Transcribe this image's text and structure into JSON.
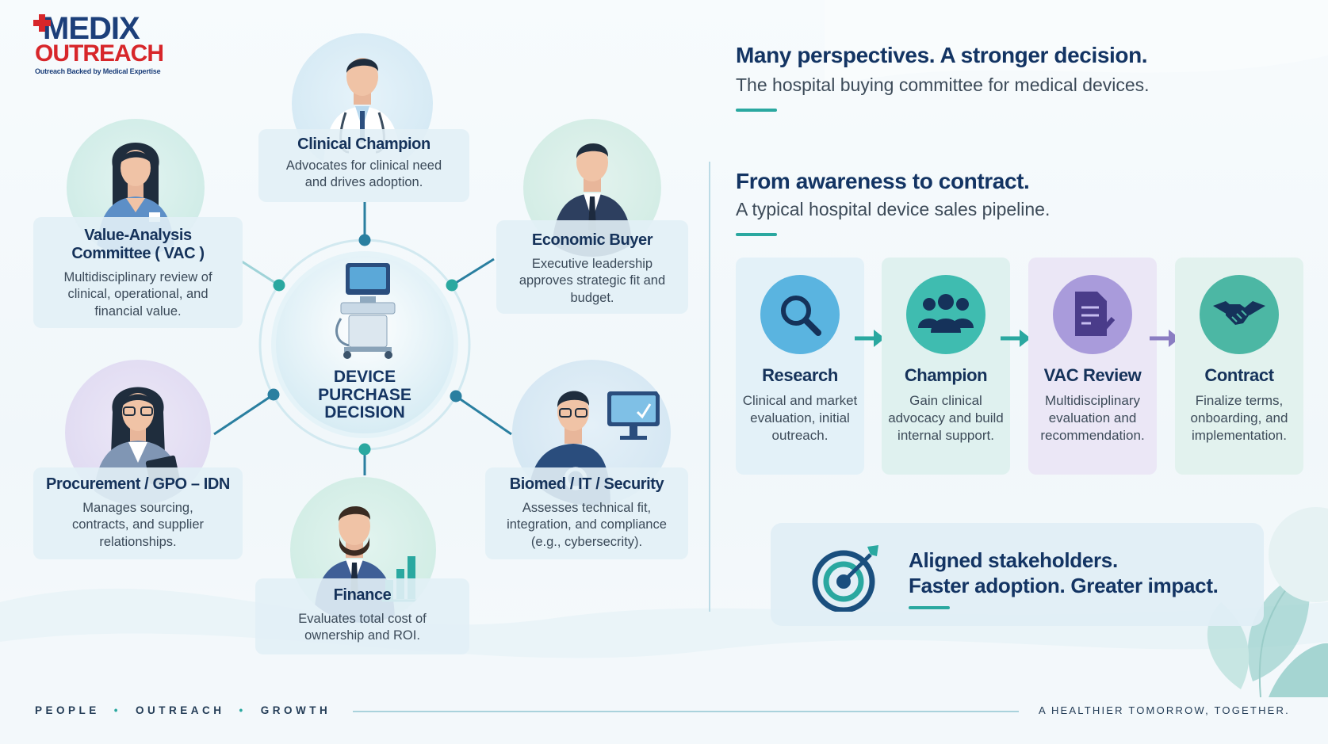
{
  "brand": {
    "line1": "MEDIX",
    "line2": "OUTREACH",
    "tagline": "Outreach Backed by Medical Expertise",
    "colors": {
      "navy": "#1c3f7a",
      "red": "#d7262a"
    }
  },
  "hub": {
    "label_lines": [
      "DEVICE",
      "PURCHASE",
      "DECISION"
    ],
    "stakeholders": [
      {
        "key": "clinical",
        "title": "Clinical Champion",
        "description": "Advocates for clinical need and drives adoption.",
        "icon": "doctor-icon"
      },
      {
        "key": "economic",
        "title": "Economic Buyer",
        "description": "Executive leadership approves strategic fit and budget.",
        "icon": "executive-icon"
      },
      {
        "key": "biomed",
        "title": "Biomed / IT / Security",
        "description": "Assesses technical fit, integration, and compliance (e.g., cybersecrity).",
        "icon": "engineer-icon"
      },
      {
        "key": "finance",
        "title": "Finance",
        "description": "Evaluates total cost of ownership and ROI.",
        "icon": "finance-icon"
      },
      {
        "key": "procurement",
        "title": "Procurement / GPO – IDN",
        "description": "Manages sourcing, contracts, and supplier relationships.",
        "icon": "procurement-icon"
      },
      {
        "key": "vac",
        "title": "Value-Analysis Committee ( VAC )",
        "description": "Multidisciplinary review of clinical, operational, and financial value.",
        "icon": "nurse-icon"
      }
    ]
  },
  "header": {
    "title": "Many perspectives. A stronger decision.",
    "subtitle": "The hospital buying committee for medical devices."
  },
  "pipeline": {
    "title": "From awareness to contract.",
    "subtitle": "A typical hospital device sales pipeline.",
    "stages": [
      {
        "label": "Research",
        "description": "Clinical and market evaluation, initial outreach.",
        "icon": "magnifier-icon",
        "color": "#2f7fbd",
        "bg": "#e3f1f8"
      },
      {
        "label": "Champion",
        "description": "Gain clinical advocacy and build internal support.",
        "icon": "group-icon",
        "color": "#2aa8a0",
        "bg": "#dff1ef"
      },
      {
        "label": "VAC Review",
        "description": "Multidisciplinary evaluation and recommendation.",
        "icon": "checklist-icon",
        "color": "#7a6bbf",
        "bg": "#ebe7f6"
      },
      {
        "label": "Contract",
        "description": "Finalize terms, onboarding, and implementation.",
        "icon": "handshake-icon",
        "color": "#2a9d8f",
        "bg": "#e2f2ee"
      }
    ]
  },
  "callout": {
    "line1": "Aligned stakeholders.",
    "line2": "Faster adoption. Greater impact."
  },
  "footer": {
    "left": [
      "PEOPLE",
      "OUTREACH",
      "GROWTH"
    ],
    "right": "A HEALTHIER TOMORROW, TOGETHER."
  }
}
